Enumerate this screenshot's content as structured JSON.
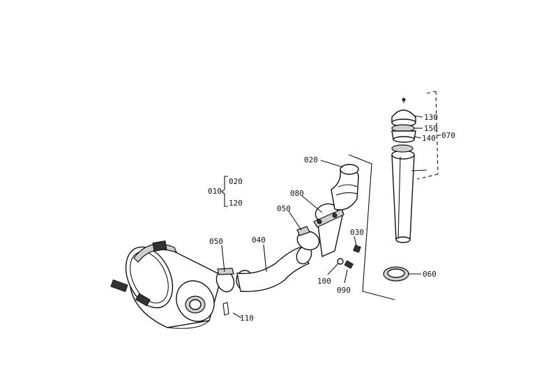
{
  "labels": {
    "p010": "010",
    "p010_sub1": "020",
    "p010_sub2": "120",
    "p020": "020",
    "p030": "030",
    "p040": "040",
    "p050a": "050",
    "p050b": "050",
    "p060": "060",
    "p070": "070",
    "p080": "080",
    "p090": "090",
    "p100": "100",
    "p110": "110",
    "p130": "130",
    "p140": "140",
    "p150": "150"
  }
}
